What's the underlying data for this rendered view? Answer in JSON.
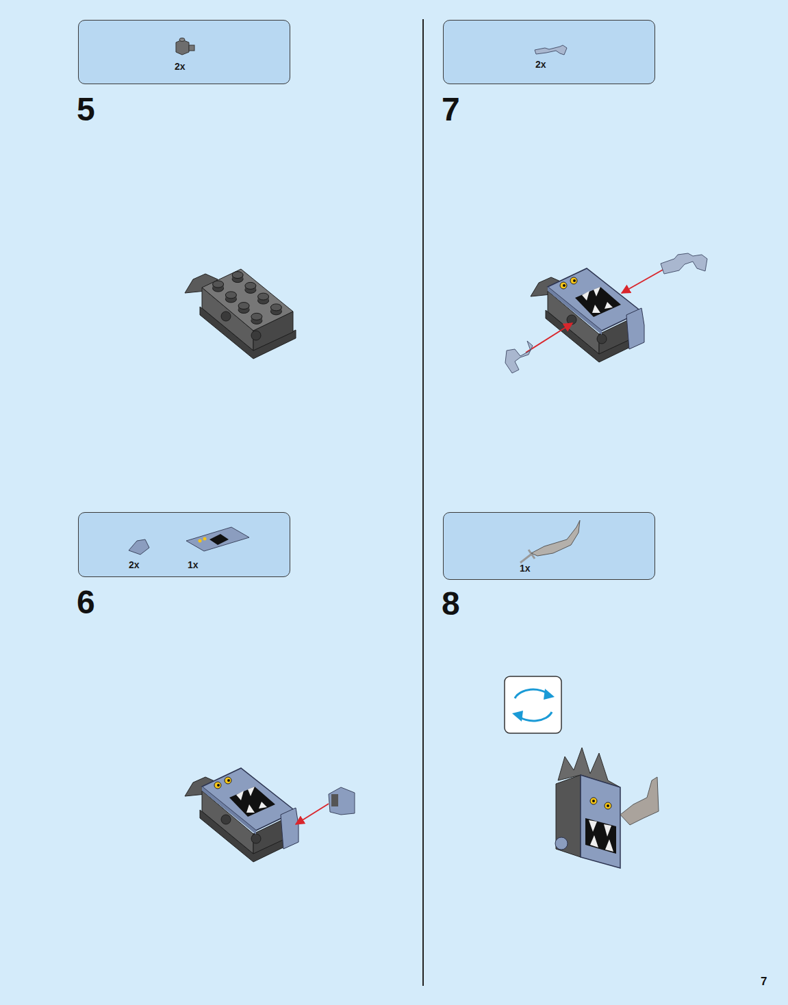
{
  "diagram": {
    "nodes": [
      {
        "text": [
          "2x"
        ]
      },
      {
        "text": [
          "2x",
          "1x"
        ]
      },
      {
        "text": [
          "2x"
        ]
      },
      {
        "text": [
          "1x"
        ]
      }
    ],
    "labels": [
      "5",
      "6",
      "7",
      "8",
      "7"
    ]
  }
}
